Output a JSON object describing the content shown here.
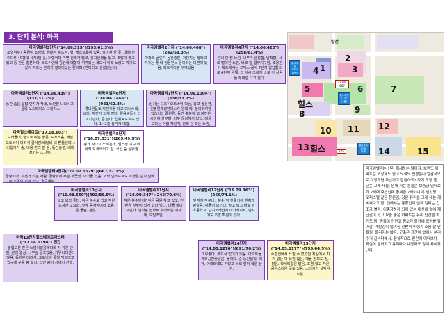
{
  "header": {
    "title": "3. 단지 분석: 마곡"
  },
  "complexes": [
    {
      "title": "마곡엠밸리3단지(\"14.06.315\")(193/61.3%)",
      "desc": "소형위주? 공원이 조성돼, 임대는 복도식, 행, 게스트룸이 있음, 앞어서 한 곳. 대형(전이다!! 40평대 유지(팀 훌, 더형이다 가면 관리가 별로, 유치원생들 있고, 조망이 좋고 있고 동 간은 충분하다. 복도식인데 중간에 대형이 섞여있는 복도식 이래 노랑도 예기도 있어 여드는 관리가 철되어있는 편이며 (반마라고 생겼했는데)"
    },
    {
      "title": "마곡엠밸리2단지 (\"14.06.408\")(242/59.3%)",
      "desc": "아파트 골인기 동간충분, 거단지는 행타고 여가는 좋 더 정돈된느 동이라는 의견이 있음, 복도식이랑 섞여있음"
    },
    {
      "title": "마곡엠밸리4단지 (\"14.06.420\")(258/61.4%)",
      "desc": "관리 안 된 느낌, 나무가 풍성함, 남직함, 서로 떨어진 느낌, 바로 앞 업무지구임, 조용한 아 파트에서는 코맥스 공사 7단지 답답함으로 4단지 원해, 그 당시 쓰레기 바로 것 사람들 부대낌 다고 한다."
    },
    {
      "title": "마곡엠밸리5단지 (\"14.06.439\")(137/31.2%)",
      "desc": "동간 좁음 답답 단지가 작네, 노인분 나오시고, 골목 노스페이스 스케치스"
    },
    {
      "title": "마곡엠밸리6단지 (\"14.06.1466\")(921/62.8%)",
      "desc": "경비원들도 자전거를 타고 다니시네, 넓다, 자전거 되게 많다. 활용써들이 타고 다닌다, 좀 넓다, 업위표도식도 있다. 1~2층 상가가 예쁨."
    },
    {
      "title": "마곡엠밸리7단지 (\"14.06.1004\")(338/33.7%)",
      "desc": "상가는 구조? 오토바이 다님, 총고 높은편, 신평연체렁텐터스가 임대 에, 분리수거장 있습니다 좁은편, 동간 충분하 고 광전은 시이에 올부며, 나무 울창해서 답답, 매물보다는 어렵 자전거, 관리 안 되는 느낌, 1~3층 외벽 대리석부착함"
    },
    {
      "title": "마곡힐스테이트(\"17.08.603\")",
      "desc": "보라들어, 열으로 여는 창문, 도로소음, 배달 오토바이 대려서 걸어감(배달비 더 받을텐데..) 비행기가 숭, 비용 관리 잘 됨, 동간충분, 비배포인는 소나무/"
    },
    {
      "title": "마곡엠밸리8단지 (\"16.07.531\")(265/49.9%)",
      "desc": "평가 작다고 느껴는데, 헬스장 기구 데이커 도색쓰러고 할, 국산 중 상위권."
    },
    {
      "title": "마곡엠밸리9단지(\"21.02.1529\")(667/37.1%)",
      "desc": "경량아다. 자전거 타는 사람, 경량맞이 주는 깨끗함. 아기들 있음, 외력 인조도로도 조형은 단지 앞에 나무 조경은 기억 안남, 결금해봄."
    },
    {
      "title": "마곡엠밸리10단지 (\"16.08.550\")(492/89.5%)",
      "desc": "넓고 넓고 좋다. 작은 분수도 있고 작은도서관 고요함, 앞에 공사장이라 소음은 들림, 괜찮."
    },
    {
      "title": "마곡엠밸리11단지 (\"16.09.347\")(245/70.6%)",
      "desc": "작은 분수던지? 작은 공원 작고 있고, 친환경 탓맞이 되게 있다 넣다. 대들 많이 보인다. 엄마랑 전화로 수다떠는 여자에, 오밀조밀."
    },
    {
      "title": "마곡엠밸리12단지 (\"16.09.363\")(269/74.1%)",
      "desc": "단지가 작구나.. 분수 딱 한품기에 벤치가 평일중, 애들이 보인다. 놀고 넓고 바로 앞 초등학교, 단지조례건에 아가키시트, 단지에도 조망 확원이 있다."
    },
    {
      "title": "마곡13단지힐스테이트마스터(\"17.04.1194\") 민간",
      "desc": "높업오은 훈은 느낌이었음에따라 자 작은 단질, 관리 열심, 나무잎 올고있음, 커뮤니티센터 많음, 동현관 대리석, 오토바이 통행 막으려고 입구에 구를 봉 설치, 집안 봉이 강아지 산책."
    },
    {
      "title": "마곡엠밸리14단지 (\"14.05.1270\")(891/70.2%)",
      "desc": "어우좋다. 복도식 없대가 있음. 아파트들거리공간좋넣음. 올이다. 숲 동간널직, 쾌적, 아파트에도 거망고 바로 앞이 학원 상권."
    },
    {
      "title": "마곡엠밸리15단지 (\"14.05.1177\")(755/64.5%)",
      "desc": "수변선에서 느낌 수 없었던 지상에서 지기 없는 어 느낌 넓음, 애들 정보도 많, 평음, 학세티럽은 답음, 조경 있고 작은 공원스러운 곳도 있음, 소레기가 살짝씩 보임."
    }
  ],
  "map": {
    "zones": [
      "1",
      "2",
      "3",
      "4",
      "5",
      "6",
      "7",
      "8",
      "9",
      "10",
      "11",
      "12",
      "13",
      "14",
      "15"
    ],
    "hill_label_6": "힐스",
    "hill_label_13": "힐스",
    "price_pin_1": "72.6%",
    "price_pin_2": "607",
    "price_pin_3": "725",
    "top_label": "발산",
    "badges": [
      "올수수전\n1300\n(3층)",
      "올수수전\n1150\n(3층)",
      "올수수전\n1748\n(2층)"
    ]
  },
  "side_note": "마곡엠밸리는 난라 획세하는 떨어짐, 브랜드 아파트는 외장재도 좋고 도색도 신경쓴다.일괄적으로 이정도면 무난하고 깔끔하죠? 하기 도장 좀, 난는 그게 새들, 임대 사는 분들은 보증금 임대료가 2억대 후반인데 좀세금 7억이니 복 받았당. 오피스텔 같은 창문임, 창문 유리를 크게 내는 게 비싸다고 함. 엔에서는 통창인데 실제 열리는 건 조금 열림. 이층창하게 되어 있는 대신에 얼에 제 난간이 있고 요즘 좋은 아파트는 유리 난간을 하기도 함, 동들이 인단고 왕소가 불거에 있저를 탈어함, 개방감이 떨어짐 천반적 비행기 소음 잘 안들림. 올리지는 않음. 구축은 공간이 없어서 분리수거 길바닥에서. 전체적으로 민간이 이더보다 확실히 떨어지고 유리마다 내장재도 많이 차이가 난다."
}
